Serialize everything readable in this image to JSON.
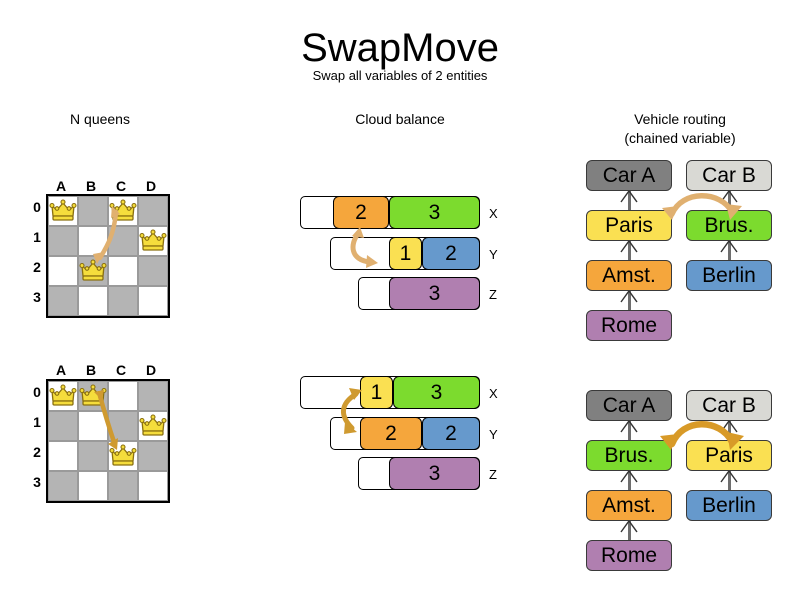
{
  "header": {
    "title": "SwapMove",
    "subtitle": "Swap all variables of 2 entities"
  },
  "sections": {
    "nqueens": {
      "title": "N queens"
    },
    "cloud": {
      "title": "Cloud balance"
    },
    "routing": {
      "title_line1": "Vehicle routing",
      "title_line2": "(chained variable)"
    }
  },
  "colors": {
    "orange": "#f5a63c",
    "green": "#7cdb2e",
    "yellow": "#fae052",
    "blue": "#6699cc",
    "purple": "#b07fb0",
    "gray_dark": "#808080",
    "gray_light": "#d9d9d4",
    "board_dark": "#b4b4b4",
    "board_light": "#ffffff",
    "arrow": "#e0b070",
    "queen": "#f5dd3c"
  },
  "nqueens": {
    "files": [
      "A",
      "B",
      "C",
      "D"
    ],
    "ranks": [
      "0",
      "1",
      "2",
      "3"
    ],
    "before": {
      "queens": [
        {
          "file": "A",
          "rank": "0"
        },
        {
          "file": "C",
          "rank": "0"
        },
        {
          "file": "D",
          "rank": "1"
        },
        {
          "file": "B",
          "rank": "2"
        }
      ]
    },
    "after": {
      "queens": [
        {
          "file": "A",
          "rank": "0"
        },
        {
          "file": "B",
          "rank": "0"
        },
        {
          "file": "D",
          "rank": "1"
        },
        {
          "file": "C",
          "rank": "2"
        }
      ]
    }
  },
  "cloud": {
    "rows": [
      "X",
      "Y",
      "Z"
    ],
    "before": [
      {
        "label": "X",
        "blocks": [
          {
            "value": "2",
            "color": "orange"
          },
          {
            "value": "3",
            "color": "green"
          }
        ]
      },
      {
        "label": "Y",
        "blocks": [
          {
            "value": "1",
            "color": "yellow"
          },
          {
            "value": "2",
            "color": "blue"
          }
        ]
      },
      {
        "label": "Z",
        "blocks": [
          {
            "value": "3",
            "color": "purple"
          }
        ]
      }
    ],
    "after": [
      {
        "label": "X",
        "blocks": [
          {
            "value": "1",
            "color": "yellow"
          },
          {
            "value": "3",
            "color": "green"
          }
        ]
      },
      {
        "label": "Y",
        "blocks": [
          {
            "value": "2",
            "color": "orange"
          },
          {
            "value": "2",
            "color": "blue"
          }
        ]
      },
      {
        "label": "Z",
        "blocks": [
          {
            "value": "3",
            "color": "purple"
          }
        ]
      }
    ]
  },
  "routing": {
    "before": {
      "chainA": [
        "Car A",
        "Paris",
        "Amst.",
        "Rome"
      ],
      "chainB": [
        "Car B",
        "Brus.",
        "Berlin"
      ]
    },
    "after": {
      "chainA": [
        "Car A",
        "Brus.",
        "Amst.",
        "Rome"
      ],
      "chainB": [
        "Car B",
        "Paris",
        "Berlin"
      ]
    }
  },
  "labels": {
    "car_a": "Car A",
    "car_b": "Car B",
    "paris": "Paris",
    "brussels": "Brus.",
    "amsterdam": "Amst.",
    "berlin": "Berlin",
    "rome": "Rome"
  }
}
